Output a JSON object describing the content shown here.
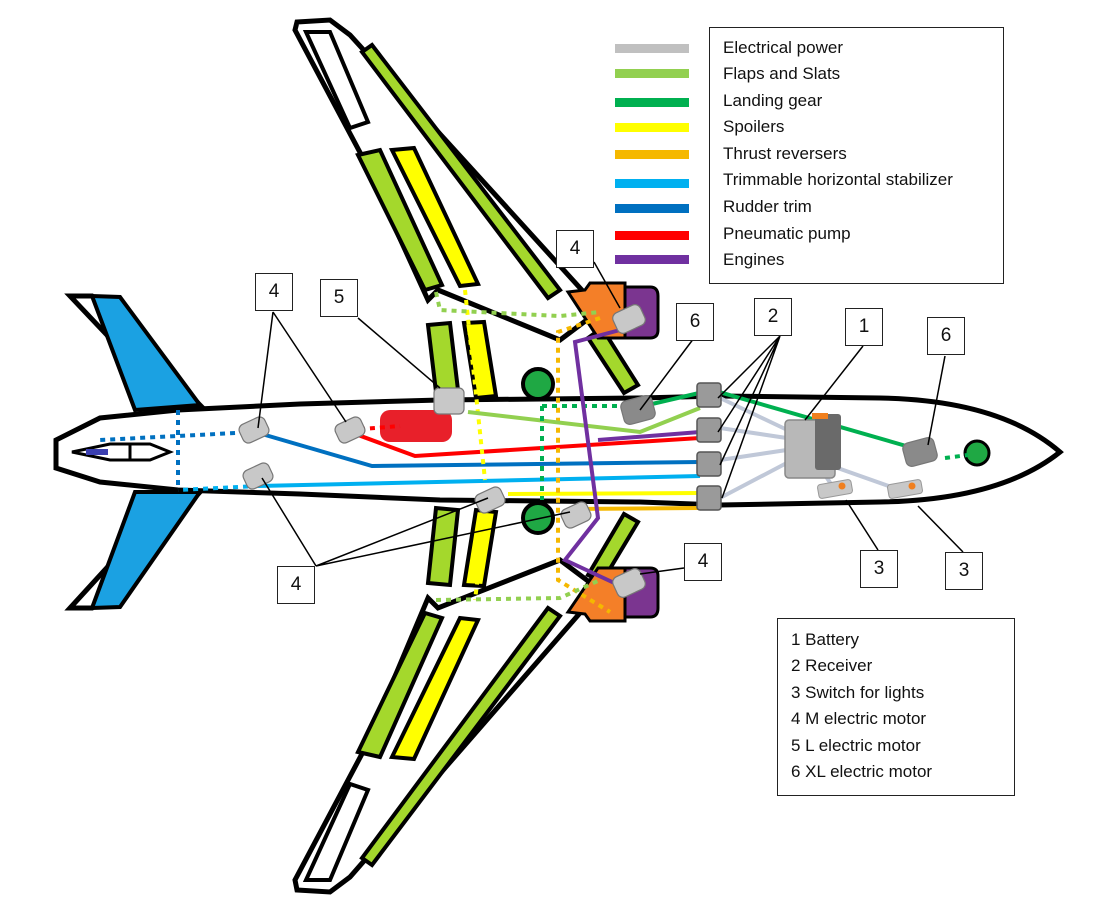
{
  "legend": {
    "items": [
      {
        "label": "Electrical power",
        "color": "#c0c0c0"
      },
      {
        "label": "Flaps and Slats",
        "color": "#92d050"
      },
      {
        "label": "Landing gear",
        "color": "#00b050"
      },
      {
        "label": "Spoilers",
        "color": "#ffff00"
      },
      {
        "label": "Thrust reversers",
        "color": "#f5b800"
      },
      {
        "label": "Trimmable horizontal stabilizer",
        "color": "#00b0f0"
      },
      {
        "label": "Rudder trim",
        "color": "#0070c0"
      },
      {
        "label": "Pneumatic pump",
        "color": "#ff0000"
      },
      {
        "label": "Engines",
        "color": "#7030a0"
      }
    ]
  },
  "key": {
    "items": [
      "1 Battery",
      "2 Receiver",
      "3 Switch for lights",
      "4 M electric motor",
      "5 L electric motor",
      "6 XL electric motor"
    ]
  },
  "callouts": {
    "battery": "1",
    "receiver": "2",
    "switch_left": "3",
    "switch_right": "3",
    "m_motor_tail": "4",
    "m_motor_bottom": "4",
    "m_motor_engine_top": "4",
    "m_motor_engine_bottom": "4",
    "l_motor": "5",
    "xl_motor_wing": "6",
    "xl_motor_nose": "6"
  },
  "colors": {
    "tail_fill": "#1ba1e2",
    "wing_fill": "#a4d82c",
    "spoiler_fill": "#ffff00",
    "engine_orange": "#f47f28",
    "engine_purple": "#7b3590",
    "gear_green": "#1fa844",
    "pump_red": "#e8202a",
    "motor_grey": "#c8c8c8"
  }
}
